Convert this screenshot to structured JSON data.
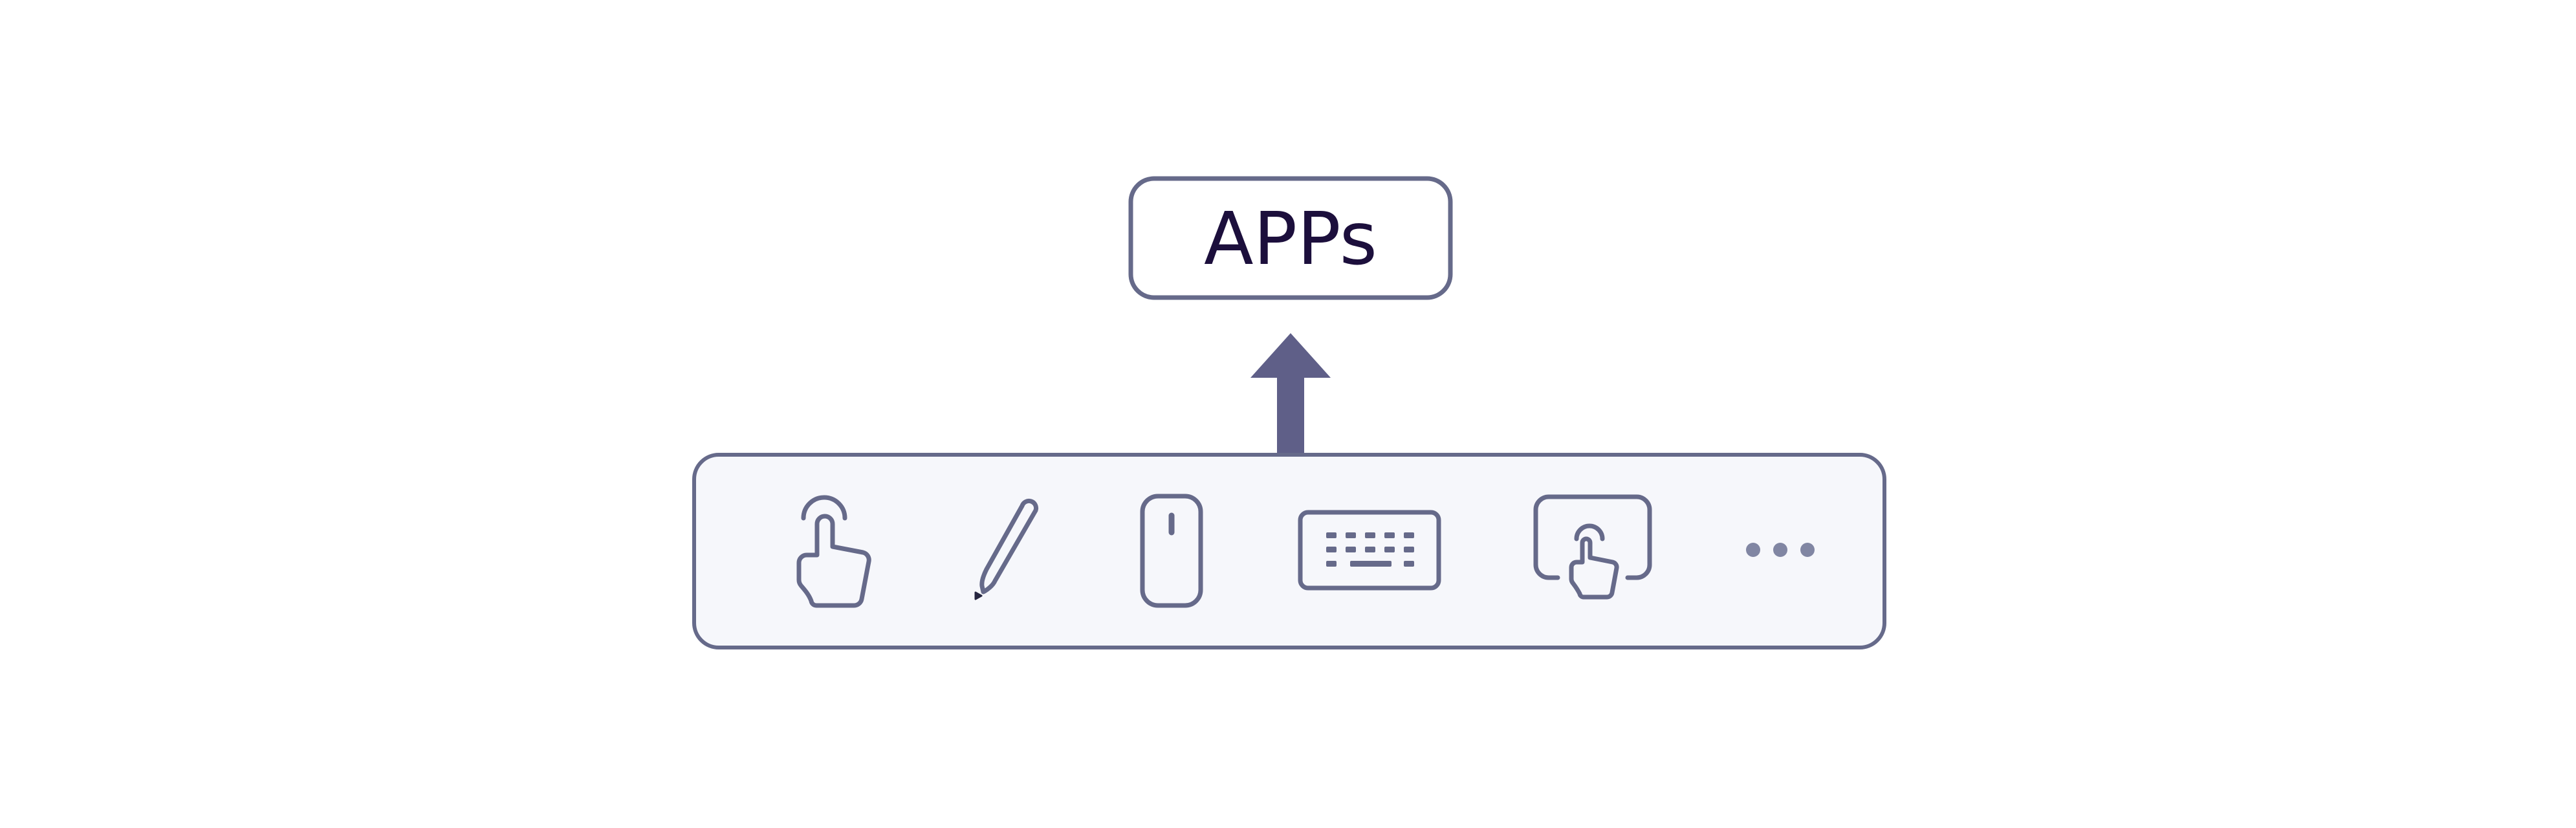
{
  "apps_box": {
    "label": "APPs"
  },
  "arrow": {
    "direction": "up"
  },
  "input_bar": {
    "items": [
      {
        "name": "touch",
        "icon": "touch-icon"
      },
      {
        "name": "pen",
        "icon": "pen-icon"
      },
      {
        "name": "mouse",
        "icon": "mouse-icon"
      },
      {
        "name": "keyboard",
        "icon": "keyboard-icon"
      },
      {
        "name": "touchpad",
        "icon": "touchpad-icon"
      },
      {
        "name": "more",
        "icon": "more-dots-icon"
      }
    ]
  },
  "colors": {
    "stroke": "#666a8a",
    "arrow_fill": "#5f5f88",
    "bar_fill": "#f6f7fb",
    "box_fill": "#ffffff",
    "text": "#1c0f3c",
    "dots": "#8186a3"
  }
}
